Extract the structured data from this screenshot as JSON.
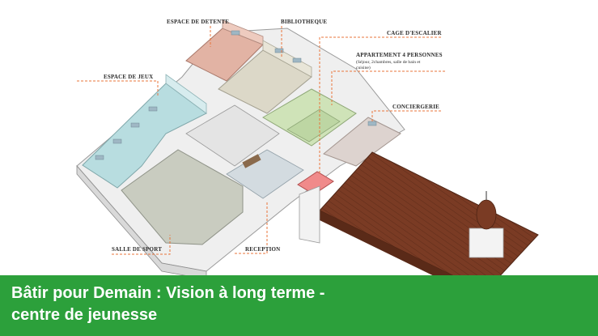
{
  "labels": {
    "espace_detente": "ESPACE DE DETENTE",
    "bibliotheque": "BIBLIOTHEQUE",
    "cage_escalier": "CAGE D'ESCALIER",
    "appartement_title": "APPARTEMENT 4 PERSONNES",
    "appartement_detail_1": "(Séjour, 2chambres, salle de bain et",
    "appartement_detail_2": "cuisine)",
    "espace_jeux": "ESPACE DE JEUX",
    "conciergerie": "CONCIERGERIE",
    "salle_sport": "SALLE DE SPORT",
    "reception": "RECEPTION"
  },
  "banner": {
    "line1": "Bâtir pour Demain : Vision à long terme -",
    "line2": "centre de jeunesse",
    "background": "#2ca03b",
    "text_color": "#ffffff"
  },
  "colors": {
    "leader_line": "#e8743b",
    "espace_jeux": "#b8dde0",
    "salle_sport": "#c9ccc0",
    "espace_detente": "#e2b3a4",
    "bibliotheque": "#dcd8c8",
    "appartement": "#cfe3b8",
    "conciergerie": "#ddd3cf",
    "cage_escalier": "#f08a8a",
    "roof": "#7a3b24"
  }
}
